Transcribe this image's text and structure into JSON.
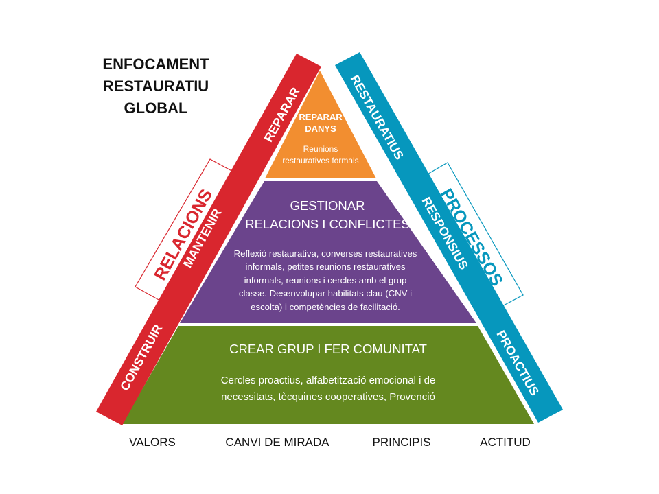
{
  "title": [
    "ENFOCAMENT",
    "RESTAURATIU",
    "GLOBAL"
  ],
  "colors": {
    "red": "#d9262e",
    "blue": "#0697bd",
    "orange": "#f28e30",
    "purple": "#6b448c",
    "green": "#64881f"
  },
  "left_band": {
    "top": "REPARAR",
    "middle": "MANTENIR",
    "bottom": "CONSTRUIR",
    "box_label": "RELACIONS"
  },
  "right_band": {
    "top": "RESTAURATIUS",
    "middle": "RESPONSIUS",
    "bottom": "PROACTIUS",
    "box_label": "PROCESSOS"
  },
  "levels": {
    "top": {
      "title": [
        "REPARAR",
        "DANYS"
      ],
      "body": [
        "Reunions",
        "restauratives formals"
      ]
    },
    "middle": {
      "title": [
        "GESTIONAR",
        "RELACIONS I CONFLICTES"
      ],
      "body": [
        "Reflexió restaurativa, converses restauratives",
        "informals, petites reunions restauratives",
        "informals, reunions i cercles amb el grup",
        "classe. Desenvolupar habilitats clau (CNV i",
        "escolta) i competències de facilitació."
      ]
    },
    "bottom": {
      "title": [
        "CREAR GRUP I FER COMUNITAT"
      ],
      "body": [
        "Cercles proactius, alfabetització emocional i de",
        "necessitats, tècquines cooperatives, Provenció"
      ]
    }
  },
  "foundation": [
    "VALORS",
    "CANVI DE MIRADA",
    "PRINCIPIS",
    "ACTITUD"
  ]
}
